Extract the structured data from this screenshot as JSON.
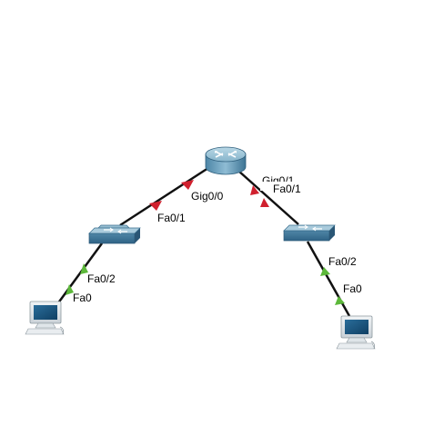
{
  "diagram": {
    "devices": [
      {
        "id": "router",
        "type": "router"
      },
      {
        "id": "switch-left",
        "type": "switch"
      },
      {
        "id": "switch-right",
        "type": "switch"
      },
      {
        "id": "pc-left",
        "type": "pc"
      },
      {
        "id": "pc-right",
        "type": "pc"
      }
    ],
    "links": [
      {
        "from": "router",
        "to": "switch-left",
        "status": "down",
        "from_port": "Gig0/0",
        "to_port": "Fa0/1"
      },
      {
        "from": "router",
        "to": "switch-right",
        "status": "down",
        "from_port": "Gig0/1",
        "to_port": "Fa0/1"
      },
      {
        "from": "switch-left",
        "to": "pc-left",
        "status": "up",
        "from_port": "Fa0/2",
        "to_port": "Fa0"
      },
      {
        "from": "switch-right",
        "to": "pc-right",
        "status": "up",
        "from_port": "Fa0/2",
        "to_port": "Fa0"
      }
    ],
    "colors": {
      "link_down": "#d0202e",
      "link_up": "#5cb83a",
      "cable": "#111111"
    }
  }
}
